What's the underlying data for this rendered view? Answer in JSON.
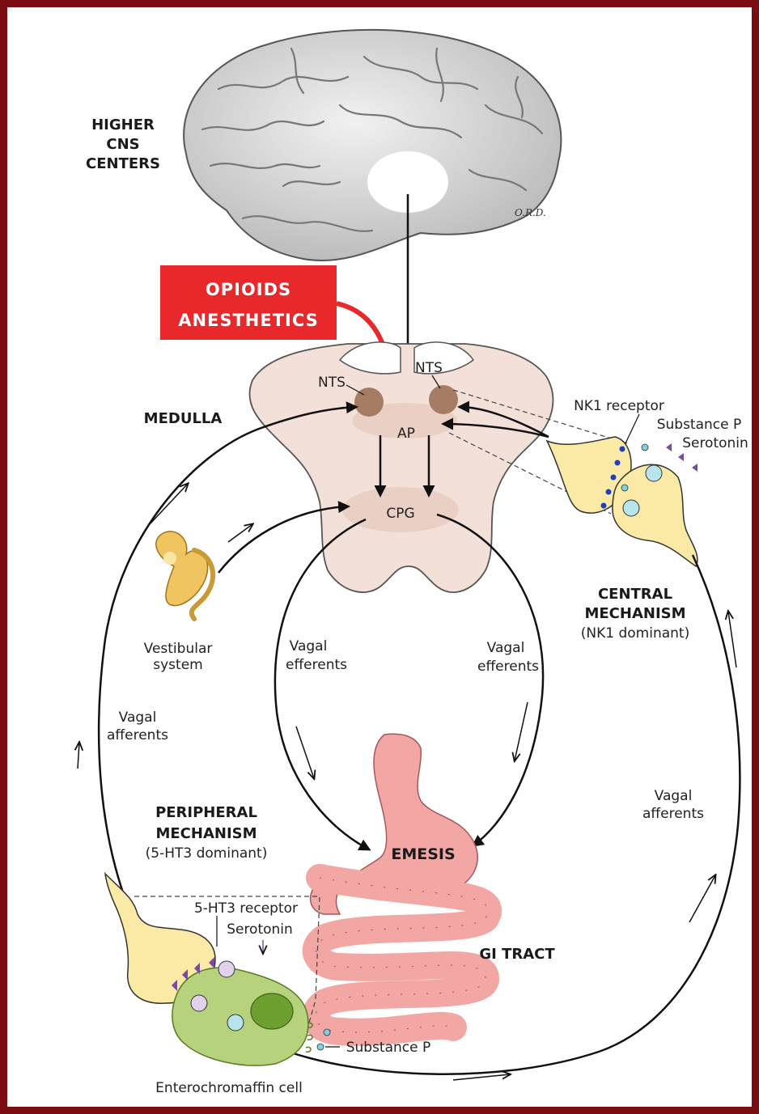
{
  "labels": {
    "higher_cns": [
      "HIGHER",
      "CNS",
      "CENTERS"
    ],
    "drugs": [
      "OPIOIDS",
      "ANESTHETICS"
    ],
    "medulla": "MEDULLA",
    "nts_left": "NTS",
    "nts_right": "NTS",
    "ap": "AP",
    "cpg": "CPG",
    "nk1_receptor": "NK1 receptor",
    "substance_p_top": "Substance P",
    "serotonin_top": "Serotonin",
    "central_mechanism": [
      "CENTRAL",
      "MECHANISM",
      "(NK1 dominant)"
    ],
    "vestibular_system": [
      "Vestibular",
      "system"
    ],
    "vagal_efferents_left": [
      "Vagal",
      "efferents"
    ],
    "vagal_efferents_right": [
      "Vagal",
      "efferents"
    ],
    "vagal_afferents_left": [
      "Vagal",
      "afferents"
    ],
    "vagal_afferents_right": [
      "Vagal",
      "afferents"
    ],
    "peripheral_mechanism": [
      "PERIPHERAL",
      "MECHANISM",
      "(5-HT3 dominant)"
    ],
    "emesis": "EMESIS",
    "ht3_receptor": "5-HT3 receptor",
    "serotonin_bottom": "Serotonin",
    "gi_tract": "GI TRACT",
    "substance_p_bottom": "Substance P",
    "enterochromaffin_cell": "Enterochromaffin cell",
    "artist_signature": "O.R.D."
  },
  "colors": {
    "frame": "#7a0d12",
    "drug_box": "#e8282b",
    "medulla": "#f3e1d9",
    "nucleus": "#a67c64",
    "stomach": "#f2a7a5",
    "neuron": "#fbeaa6",
    "ec_cell": "#b7d27c"
  }
}
